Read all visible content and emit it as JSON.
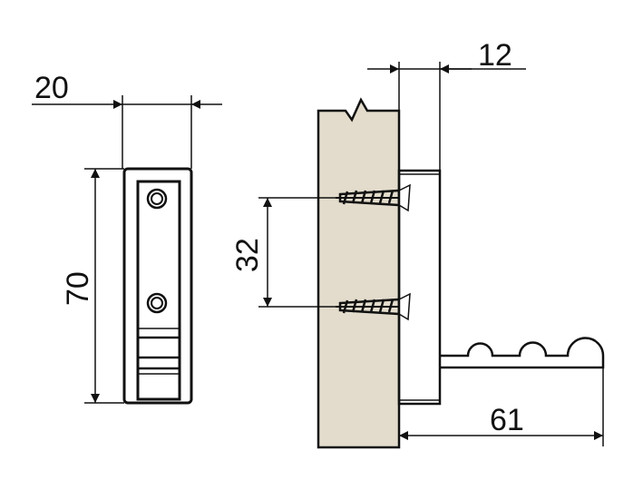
{
  "dimensions": {
    "width": "20",
    "height": "70",
    "screw_spacing": "32",
    "depth": "12",
    "projection": "61"
  },
  "colors": {
    "wood": "#e3dccc",
    "line": "#111111"
  }
}
